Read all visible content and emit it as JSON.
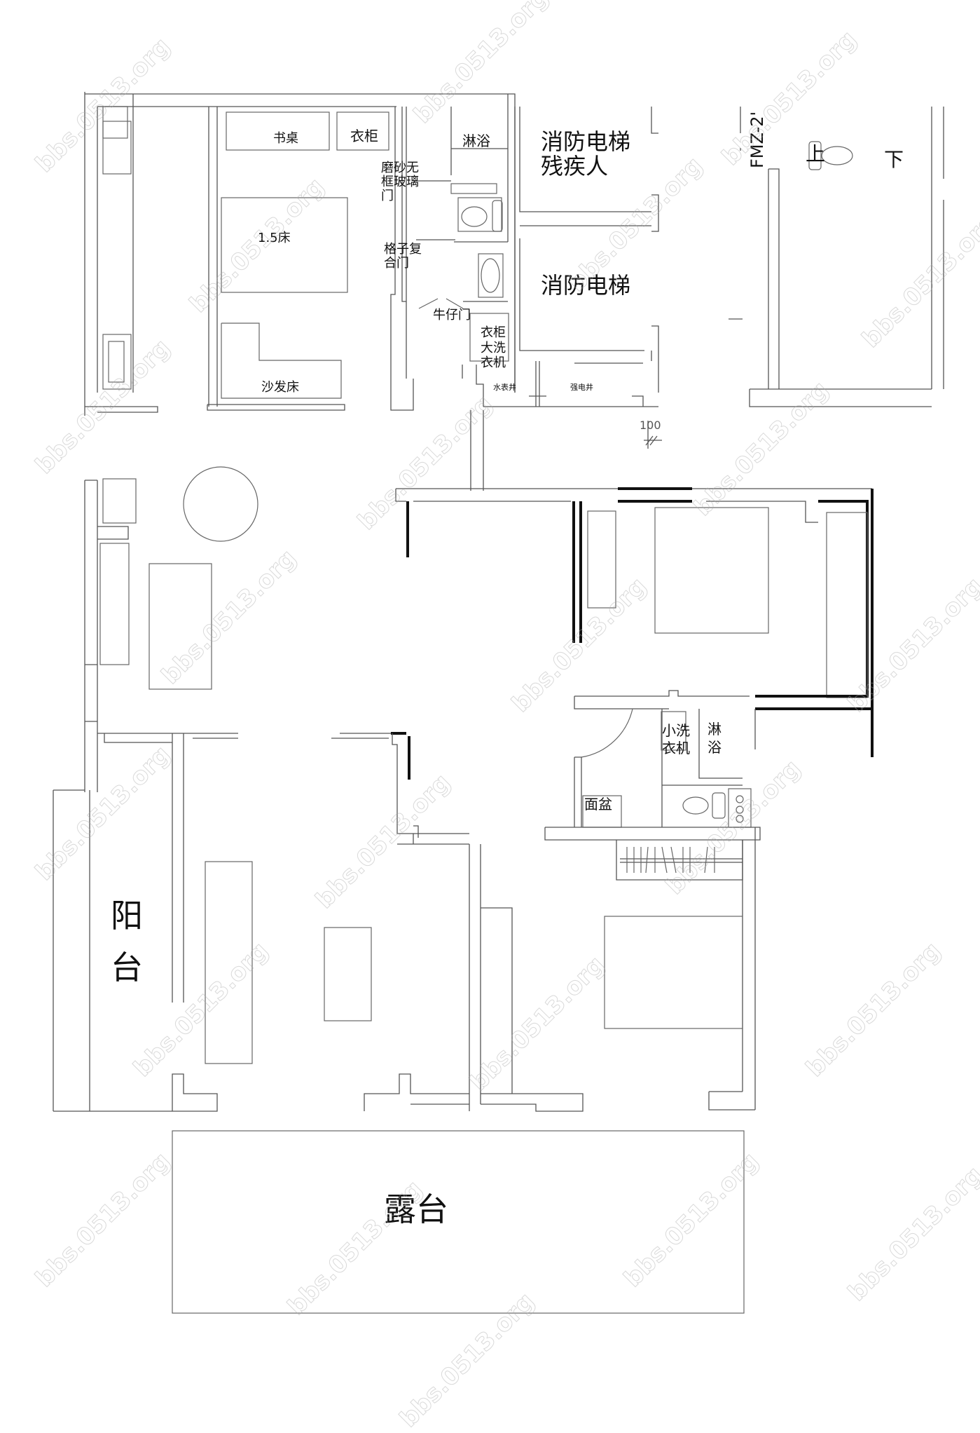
{
  "plan": {
    "rooms": {
      "study_desk": "书桌",
      "wardrobe_top": "衣柜",
      "bed_15": "1.5床",
      "sofa_bed": "沙发床",
      "shower_top": "淋浴",
      "frosted_glass_door": [
        "磨砂无",
        "框玻璃",
        "门"
      ],
      "lattice_door": [
        "格子复",
        "合门"
      ],
      "cowboy_door": "牛仔门",
      "wardrobe_washer": [
        "衣柜",
        "大洗",
        "衣机"
      ],
      "water_meter_shaft": "水表井",
      "power_shaft": "强电井",
      "dimension": "100",
      "fire_elevator_accessible": [
        "消防电梯",
        "残疾人"
      ],
      "fire_elevator": "消防电梯",
      "door_code": "FMZ-2'",
      "stair_up": "上",
      "stair_down": "下",
      "small_washer": [
        "小洗",
        "衣机"
      ],
      "shower_bottom": [
        "淋",
        "浴"
      ],
      "basin": "面盆",
      "balcony": [
        "阳",
        "台"
      ],
      "terrace": "露台"
    },
    "watermark": "bbs.0513.org"
  }
}
